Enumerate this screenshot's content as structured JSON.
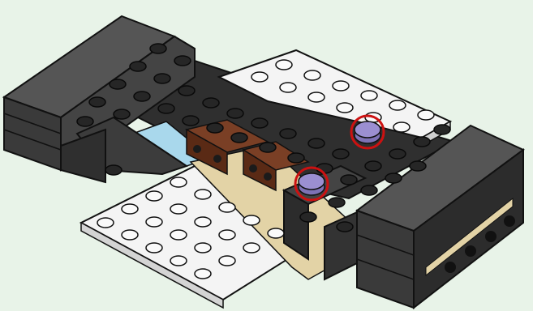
{
  "illustration": {
    "subject": "lego-build-step",
    "highlighted_parts": [
      {
        "id": "lavender-round-tile-upper",
        "color": "#9b8fd1",
        "highlight": "#cc1111"
      },
      {
        "id": "lavender-round-tile-lower",
        "color": "#9b8fd1",
        "highlight": "#cc1111"
      }
    ],
    "colors": {
      "background": "#e8f3e8",
      "dark_gray": "#3a3a3a",
      "mid_gray": "#555555",
      "light_gray": "#6a6a6a",
      "white": "#f4f4f4",
      "brown": "#6b3520",
      "tan": "#e3d3a6",
      "trans_blue": "#a9d8ec",
      "outline": "#111111",
      "highlight": "#cc1111",
      "lavender": "#9b8fd1"
    }
  }
}
